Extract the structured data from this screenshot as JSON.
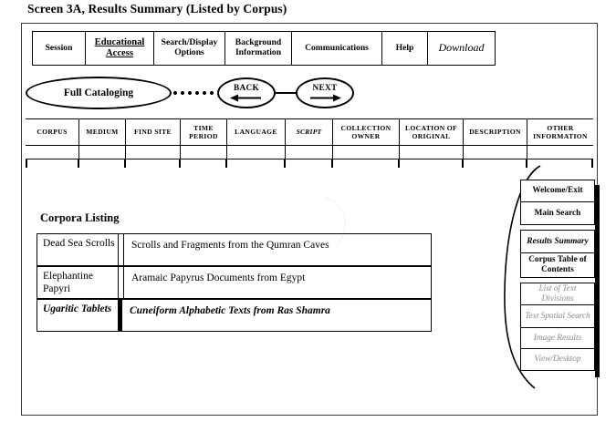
{
  "caption": "Screen 3A, Results Summary (Listed by Corpus)",
  "menubar": {
    "items": [
      {
        "label": "Session",
        "style": "normal",
        "width": 58
      },
      {
        "label": "Educational Access",
        "style": "active",
        "width": 75
      },
      {
        "label": "Search/Display Options",
        "style": "normal",
        "width": 78
      },
      {
        "label": "Background Information",
        "style": "normal",
        "width": 73
      },
      {
        "label": "Communications",
        "style": "normal",
        "width": 99
      },
      {
        "label": "Help",
        "style": "normal",
        "width": 50
      },
      {
        "label": "Download",
        "style": "italic",
        "width": 73
      }
    ]
  },
  "flow": {
    "primary_label": "Full Cataloging",
    "back_label": "BACK",
    "next_label": "NEXT",
    "back_arrow_icon": "arrow-left-icon",
    "next_arrow_icon": "arrow-right-icon",
    "connector_dotted": "dotted-connector",
    "connector_solid": "solid-connector"
  },
  "attribute_table": {
    "columns": [
      {
        "label": "CORPUS",
        "style": "normal",
        "width": 59
      },
      {
        "label": "MEDIUM",
        "style": "normal",
        "width": 51
      },
      {
        "label": "FIND SITE",
        "style": "normal",
        "width": 60
      },
      {
        "label": "TIME PERIOD",
        "style": "normal",
        "width": 51
      },
      {
        "label": "LANGUAGE",
        "style": "normal",
        "width": 64
      },
      {
        "label": "SCRIPT",
        "style": "italic",
        "width": 52
      },
      {
        "label": "COLLECTION OWNER",
        "style": "normal",
        "width": 73
      },
      {
        "label": "LOCATION OF ORIGINAL",
        "style": "normal",
        "width": 70
      },
      {
        "label": "DESCRIPTION",
        "style": "normal",
        "width": 70
      },
      {
        "label": "OTHER INFORMATION",
        "style": "normal",
        "width": 72
      }
    ],
    "data_rows_empty": 1
  },
  "corpora": {
    "title": "Corpora Listing",
    "rows": [
      {
        "name": "Dead Sea Scrolls",
        "description": "Scrolls and Fragments from the Qumran Caves",
        "selected": false
      },
      {
        "name": "Elephantine Papyri",
        "description": "Aramaic Papyrus Documents from Egypt",
        "selected": false
      },
      {
        "name": "Ugaritic Tablets",
        "description": "Cuneiform Alphabetic Texts from Ras Shamra",
        "selected": true
      }
    ]
  },
  "sidebar": {
    "items": [
      {
        "label": "Welcome/Exit",
        "style": "bold",
        "height": 26
      },
      {
        "label": "Main Search",
        "style": "bold",
        "height": 26
      },
      {
        "label": "Results Summary",
        "style": "bolditalic",
        "height": 27
      },
      {
        "label": "Corpus Table of Contents",
        "style": "bold",
        "height": 28
      },
      {
        "label": "List of Text Divisions",
        "style": "dim",
        "height": 26
      },
      {
        "label": "Text Spatial Search",
        "style": "dim",
        "height": 26
      },
      {
        "label": "Image Results",
        "style": "dim",
        "height": 25
      },
      {
        "label": "View/Desktop",
        "style": "dim",
        "height": 25
      }
    ]
  }
}
